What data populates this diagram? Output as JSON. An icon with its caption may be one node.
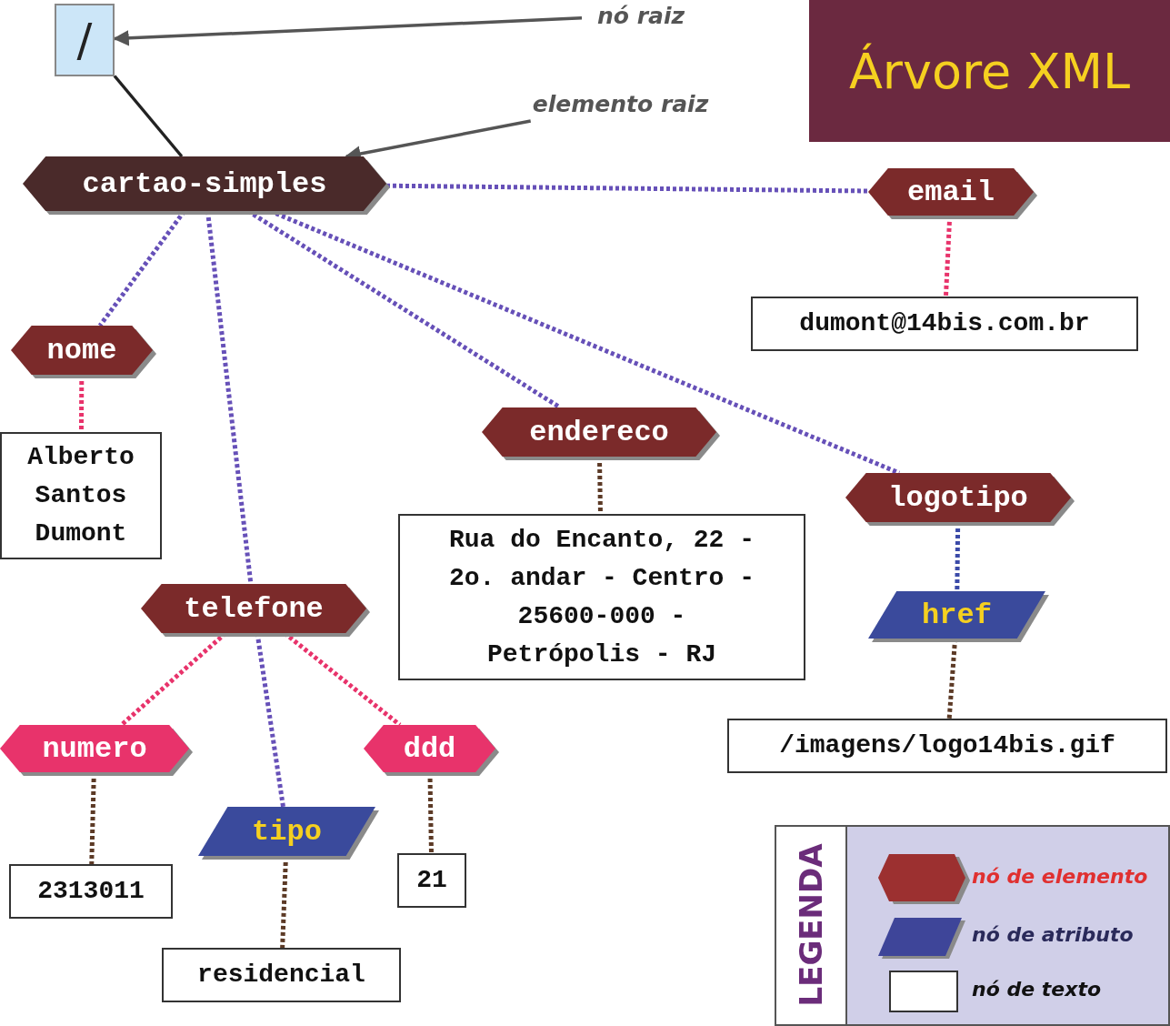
{
  "diagram": {
    "title": "Árvore XML",
    "nodes": [
      {
        "text": [
          "/"
        ]
      },
      {
        "text": [
          "nó raiz"
        ]
      },
      {
        "text": [
          "elemento raiz"
        ]
      },
      {
        "text": [
          "cartao-simples"
        ]
      },
      {
        "text": [
          "email"
        ]
      },
      {
        "text": [
          "dumont@14bis.com.br"
        ]
      },
      {
        "text": [
          "nome"
        ]
      },
      {
        "text": [
          "Alberto Santos Dumont"
        ]
      },
      {
        "text": [
          "endereco"
        ]
      },
      {
        "text": [
          "Rua do Encanto, 22 - 2o. andar - Centro - 25600-000 - Petrópolis - RJ"
        ]
      },
      {
        "text": [
          "logotipo"
        ]
      },
      {
        "text": [
          "telefone"
        ]
      },
      {
        "text": [
          "href"
        ]
      },
      {
        "text": [
          "/imagens/logo14bis.gif"
        ]
      },
      {
        "text": [
          "numero"
        ]
      },
      {
        "text": [
          "ddd"
        ]
      },
      {
        "text": [
          "tipo"
        ]
      },
      {
        "text": [
          "2313011"
        ]
      },
      {
        "text": [
          "21"
        ]
      },
      {
        "text": [
          "residencial"
        ]
      }
    ],
    "edges": [
      {
        "from": 1,
        "to": 0,
        "arrow": "to",
        "color": "#555555"
      },
      {
        "from": 2,
        "to": 3,
        "arrow": "to",
        "color": "#555555"
      },
      {
        "from": 0,
        "to": 3,
        "arrow": "none",
        "color": "#222222"
      },
      {
        "from": 3,
        "to": 4,
        "arrow": "none",
        "style": "dashed",
        "color": "#6650b8"
      },
      {
        "from": 4,
        "to": 5,
        "arrow": "none",
        "style": "dashed",
        "color": "#e8336b"
      },
      {
        "from": 3,
        "to": 6,
        "arrow": "none",
        "style": "dashed",
        "color": "#6650b8"
      },
      {
        "from": 6,
        "to": 7,
        "arrow": "none",
        "style": "dashed",
        "color": "#e8336b"
      },
      {
        "from": 3,
        "to": 11,
        "arrow": "none",
        "style": "dashed",
        "color": "#6650b8"
      },
      {
        "from": 3,
        "to": 8,
        "arrow": "none",
        "style": "dashed",
        "color": "#6650b8"
      },
      {
        "from": 8,
        "to": 9,
        "arrow": "none",
        "style": "dashed",
        "color": "#5c3a26"
      },
      {
        "from": 3,
        "to": 10,
        "arrow": "none",
        "style": "dashed",
        "color": "#6650b8"
      },
      {
        "from": 10,
        "to": 12,
        "arrow": "none",
        "style": "dashed",
        "color": "#3b4aa8"
      },
      {
        "from": 12,
        "to": 13,
        "arrow": "none",
        "style": "dashed",
        "color": "#5c3a26"
      },
      {
        "from": 11,
        "to": 14,
        "arrow": "none",
        "style": "dashed",
        "color": "#e8336b"
      },
      {
        "from": 11,
        "to": 16,
        "arrow": "none",
        "style": "dashed",
        "color": "#6650b8"
      },
      {
        "from": 11,
        "to": 15,
        "arrow": "none",
        "style": "dashed",
        "color": "#e8336b"
      },
      {
        "from": 14,
        "to": 17,
        "arrow": "none",
        "style": "dashed",
        "color": "#5c3a26"
      },
      {
        "from": 16,
        "to": 19,
        "arrow": "none",
        "style": "dashed",
        "color": "#5c3a26"
      },
      {
        "from": 15,
        "to": 18,
        "arrow": "none",
        "style": "dashed",
        "color": "#5c3a26"
      }
    ],
    "labels": [
      "LEGENDA"
    ],
    "legend": [
      {
        "text": "nó de elemento"
      },
      {
        "text": "nó de atributo"
      },
      {
        "text": "nó de texto"
      }
    ]
  }
}
